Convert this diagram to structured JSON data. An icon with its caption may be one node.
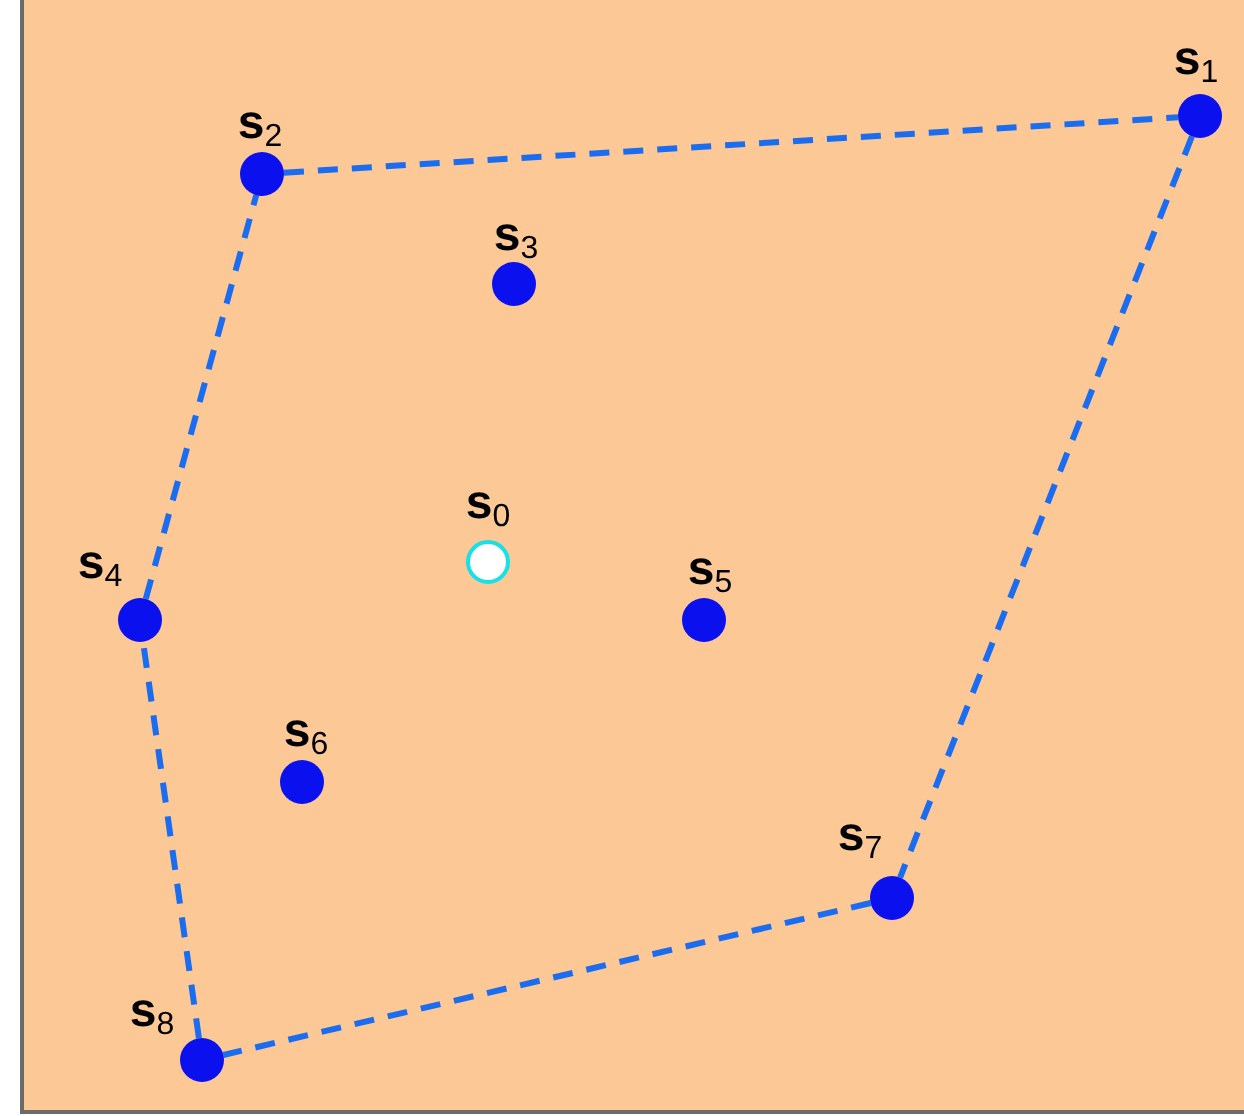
{
  "diagram": {
    "nodes": [
      {
        "text": [],
        "shape": "circle",
        "beside": [
          "s$_{1}$"
        ]
      },
      {
        "text": [],
        "shape": "circle",
        "beside": [
          "s$_{2}$"
        ]
      },
      {
        "text": [],
        "shape": "circle",
        "beside": [
          "s$_{3}$"
        ]
      },
      {
        "text": [],
        "shape": "circle",
        "beside": [
          "s$_{0}$"
        ]
      },
      {
        "text": [],
        "shape": "circle",
        "beside": [
          "s$_{4}$"
        ]
      },
      {
        "text": [],
        "shape": "circle",
        "beside": [
          "s$_{5}$"
        ]
      },
      {
        "text": [],
        "shape": "circle",
        "beside": [
          "s$_{6}$"
        ]
      },
      {
        "text": [],
        "shape": "circle",
        "beside": [
          "s$_{7}$"
        ]
      },
      {
        "text": [],
        "shape": "circle",
        "beside": [
          "s$_{8}$"
        ]
      }
    ],
    "edges": [
      {
        "from": 1,
        "to": 0,
        "arrow": "none",
        "style": "dashed"
      },
      {
        "from": 0,
        "to": 7,
        "arrow": "none",
        "style": "dashed"
      },
      {
        "from": 7,
        "to": 8,
        "arrow": "none",
        "style": "dashed"
      },
      {
        "from": 8,
        "to": 4,
        "arrow": "none",
        "style": "dashed"
      },
      {
        "from": 4,
        "to": 1,
        "arrow": "none",
        "style": "dashed"
      }
    ]
  }
}
